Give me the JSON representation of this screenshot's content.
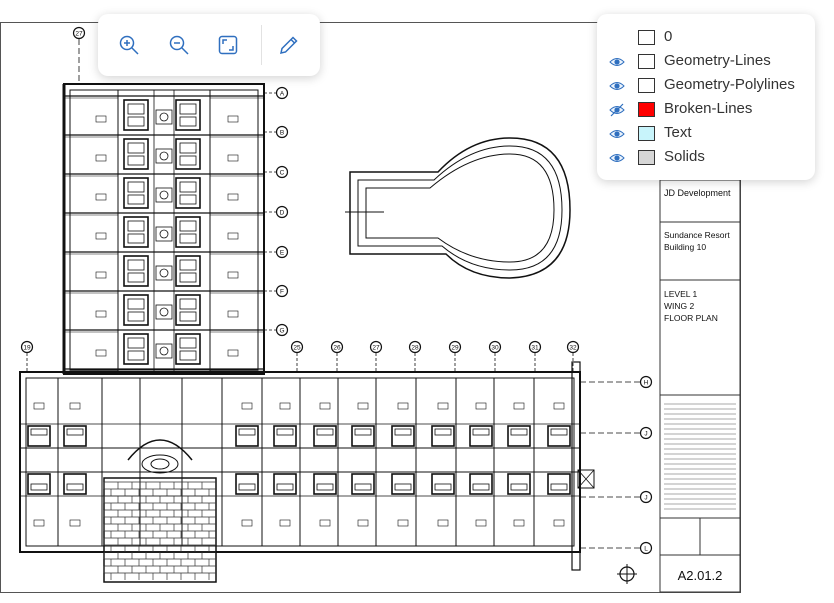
{
  "toolbar": {
    "buttons": [
      {
        "name": "zoom-in-button",
        "icon": "zoom-in-icon"
      },
      {
        "name": "zoom-out-button",
        "icon": "zoom-out-icon"
      },
      {
        "name": "fit-view-button",
        "icon": "fit-view-icon"
      },
      {
        "name": "edit-button",
        "icon": "pencil-icon"
      }
    ],
    "icon_color": "#2f6fbf"
  },
  "layers": [
    {
      "name": "0",
      "color": "#ffffff",
      "visible": null
    },
    {
      "name": "Geometry-Lines",
      "color": "#ffffff",
      "visible": true
    },
    {
      "name": "Geometry-Polylines",
      "color": "#ffffff",
      "visible": true
    },
    {
      "name": "Broken-Lines",
      "color": "#ff0000",
      "visible": false
    },
    {
      "name": "Text",
      "color": "#c8f4fb",
      "visible": true
    },
    {
      "name": "Solids",
      "color": "#d6d6d6",
      "visible": true
    }
  ],
  "title_block": {
    "company": "JD Development",
    "project_line1": "Sundance Resort",
    "project_line2": "Building 10",
    "sheet_title_1": "LEVEL 1",
    "sheet_title_2": "WING 2",
    "sheet_title_3": "FLOOR PLAN",
    "sheet_number": "A2.01.2"
  },
  "grid_labels": {
    "top": [
      "27"
    ],
    "right_upper": [
      "A",
      "B",
      "C",
      "D",
      "E",
      "F",
      "G"
    ],
    "row": [
      "19",
      "25",
      "26",
      "27",
      "28",
      "29",
      "30",
      "31",
      "32"
    ],
    "right_lower": [
      "H",
      "J",
      "J",
      "L"
    ]
  }
}
